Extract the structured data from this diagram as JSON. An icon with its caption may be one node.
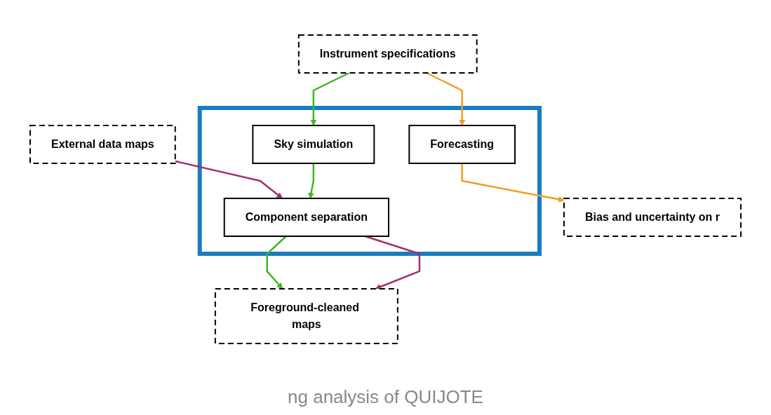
{
  "diagram": {
    "nodes": [
      {
        "text": [
          "Instrument specifications"
        ]
      },
      {
        "text": [],
        "shape": "box"
      },
      {
        "text": [
          "Sky simulation"
        ],
        "in": 1
      },
      {
        "text": [
          "Forecasting"
        ],
        "in": 1
      },
      {
        "text": [
          "Component separation"
        ],
        "in": 1
      },
      {
        "text": [
          "External data maps"
        ]
      },
      {
        "text": [
          "Foreground-cleaned maps"
        ]
      },
      {
        "text": [
          "Bias and uncertainty on r"
        ]
      }
    ],
    "edges": [
      {
        "from": 0,
        "to": 2,
        "arrow": "to",
        "color": "#3cb81e"
      },
      {
        "from": 0,
        "to": 3,
        "arrow": "to",
        "color": "#f39c1c"
      },
      {
        "from": 2,
        "to": 4,
        "arrow": "to",
        "color": "#3cb81e"
      },
      {
        "from": 5,
        "to": 4,
        "arrow": "to",
        "color": "#a3306e"
      },
      {
        "from": 4,
        "to": 6,
        "arrow": "to",
        "color": "#a3306e"
      },
      {
        "from": 4,
        "to": 6,
        "arrow": "to",
        "color": "#3cb81e"
      },
      {
        "from": 3,
        "to": 7,
        "arrow": "to",
        "color": "#f39c1c"
      }
    ],
    "labels": [
      "ng analysis of QUIJOTE"
    ]
  }
}
